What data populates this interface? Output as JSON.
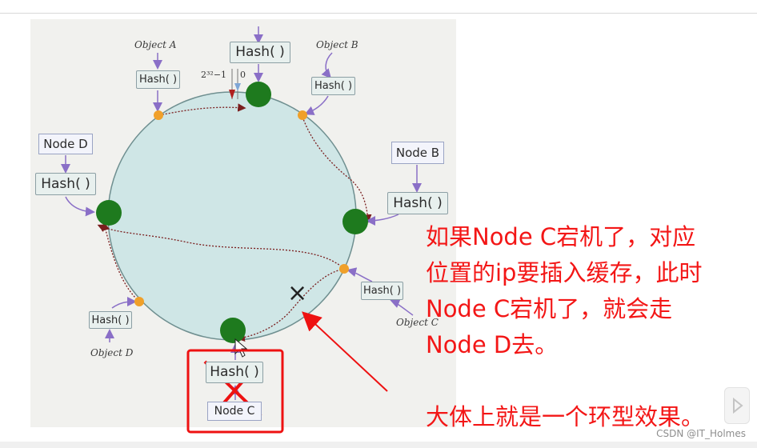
{
  "diagram": {
    "top_hash_label": "Hash( )",
    "ring_top_labels": {
      "power": "2³²−1",
      "zero": "0"
    },
    "objects": [
      {
        "name": "Object A",
        "hash_label": "Hash( )"
      },
      {
        "name": "Object B",
        "hash_label": "Hash( )"
      },
      {
        "name": "Object C",
        "hash_label": "Hash( )"
      },
      {
        "name": "Object D",
        "hash_label": "Hash( )"
      }
    ],
    "nodes": [
      {
        "name": "Node D",
        "hash_label": "Hash( )"
      },
      {
        "name": "Node B",
        "hash_label": "Hash( )"
      },
      {
        "name": "Node C",
        "hash_label": "Hash( )"
      }
    ],
    "cross_mark": "×",
    "colors": {
      "ring_fill": "#cfe6e6",
      "node_dot": "#1e7a1e",
      "object_dot": "#f0a02a",
      "annotation": "#f31616"
    }
  },
  "annotation": {
    "line1": "如果Node C宕机了，对应",
    "line2": "位置的ip要插入缓存，此时",
    "line3": "Node C宕机了，就会走",
    "line4": "Node D去。",
    "line5": "大体上就是一个环型效果。"
  },
  "watermark": "CSDN @IT_Holmes"
}
